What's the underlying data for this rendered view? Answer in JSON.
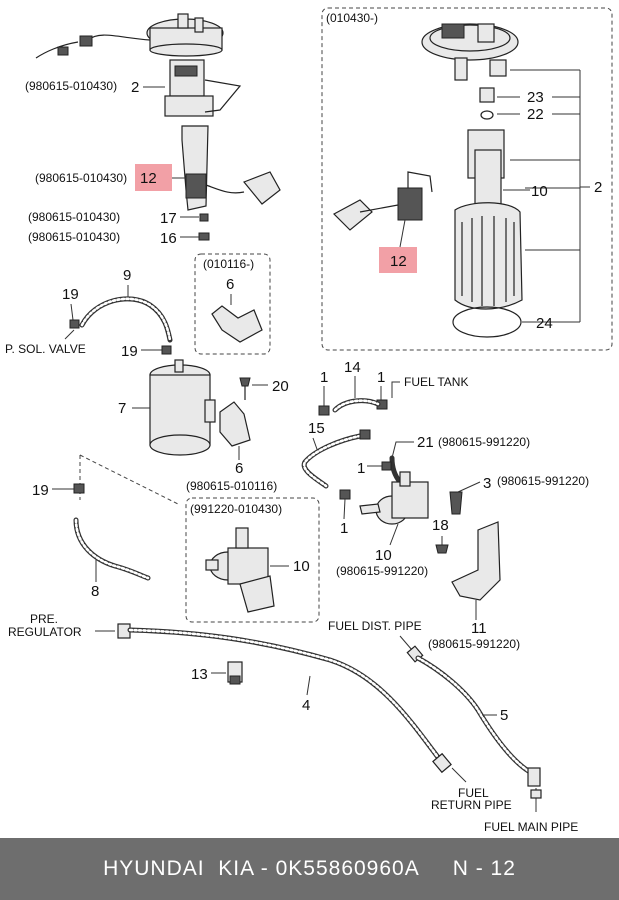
{
  "labels": {
    "top_code_1": "(980615-010430)",
    "top_code_2": "(980615-010430)",
    "code_17": "(980615-010430)",
    "code_16": "(980615-010430)",
    "box1_title": "(010430-)",
    "box2_title": "(010116-)",
    "box3_title": "(991220-010430)",
    "code_6b": "(980615-010116)",
    "code_21": "(980615-991220)",
    "code_3": "(980615-991220)",
    "code_10b": "(980615-991220)",
    "code_11": "(980615-991220)",
    "p_sol_valve": "P. SOL. VALVE",
    "fuel_tank": "FUEL TANK",
    "pre_regulator_1": "PRE.",
    "pre_regulator_2": "REGULATOR",
    "fuel_dist_pipe": "FUEL DIST. PIPE",
    "fuel_return_1": "FUEL",
    "fuel_return_2": "RETURN PIPE",
    "fuel_main_pipe": "FUEL MAIN PIPE"
  },
  "numbers": {
    "n2a": "2",
    "n12a": "12",
    "n17": "17",
    "n16": "16",
    "n23": "23",
    "n22": "22",
    "n10a": "10",
    "n2b": "2",
    "n12b": "12",
    "n24": "24",
    "n9": "9",
    "n19a": "19",
    "n19b": "19",
    "n6a": "6",
    "n7": "7",
    "n20": "20",
    "n6b": "6",
    "n1a": "1",
    "n14": "14",
    "n1b": "1",
    "n15": "15",
    "n21": "21",
    "n1c": "1",
    "n1d": "1",
    "n3": "3",
    "n18": "18",
    "n10b": "10",
    "n10c": "10",
    "n11": "11",
    "n19c": "19",
    "n8": "8",
    "n13": "13",
    "n4": "4",
    "n5": "5"
  },
  "footer": {
    "text": "HYUNDAI  KIA - 0K55860960A     N - 12"
  },
  "colors": {
    "highlight": "#f2a0a6",
    "footer_bg": "#6e6e6e",
    "footer_text": "#ffffff"
  }
}
